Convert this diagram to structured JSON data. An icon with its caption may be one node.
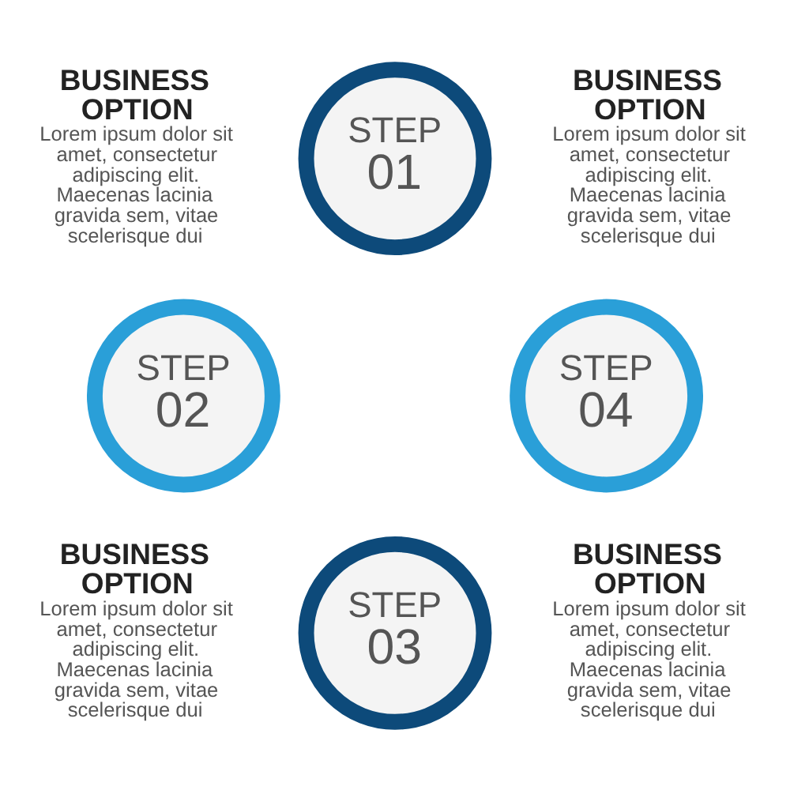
{
  "diagram": {
    "nodes": [
      {
        "text": [
          "STEP 01"
        ],
        "beside": [
          "BUSINESS OPTION",
          "Lorem ipsum dolor sit amet, consectetur adipiscing elit. Maecenas lacinia gravida sem, vitae scelerisque dui"
        ]
      },
      {
        "text": [
          "STEP 02"
        ],
        "beside": [
          "BUSINESS OPTION",
          "Lorem ipsum dolor sit amet, consectetur adipiscing elit. Maecenas lacinia gravida sem, vitae scelerisque dui"
        ]
      },
      {
        "text": [
          "STEP 03"
        ],
        "beside": [
          "BUSINESS OPTION",
          "Lorem ipsum dolor sit amet, consectetur adipiscing elit. Maecenas lacinia gravida sem, vitae scelerisque dui"
        ]
      },
      {
        "text": [
          "STEP 04"
        ],
        "beside": [
          "BUSINESS OPTION",
          "Lorem ipsum dolor sit amet, consectetur adipiscing elit. Maecenas lacinia gravida sem, vitae scelerisque dui"
        ]
      }
    ],
    "edges": []
  }
}
